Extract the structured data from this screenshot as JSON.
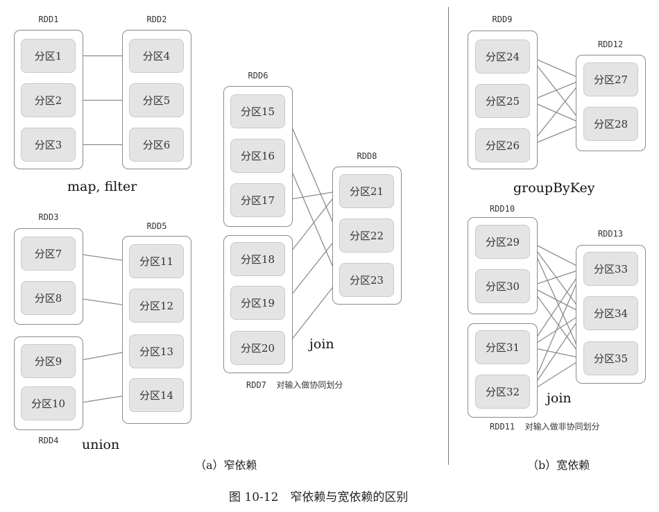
{
  "rdds": {
    "rdd1": {
      "label": "RDD1",
      "parts": [
        "分区1",
        "分区2",
        "分区3"
      ]
    },
    "rdd2": {
      "label": "RDD2",
      "parts": [
        "分区4",
        "分区5",
        "分区6"
      ]
    },
    "rdd3": {
      "label": "RDD3",
      "parts": [
        "分区7",
        "分区8"
      ]
    },
    "rdd4": {
      "label": "RDD4",
      "parts": [
        "分区9",
        "分区10"
      ]
    },
    "rdd5": {
      "label": "RDD5",
      "parts": [
        "分区11",
        "分区12",
        "分区13",
        "分区14"
      ]
    },
    "rdd6": {
      "label": "RDD6",
      "parts": [
        "分区15",
        "分区16",
        "分区17"
      ]
    },
    "rdd7": {
      "label": "RDD7",
      "parts": [
        "分区18",
        "分区19",
        "分区20"
      ]
    },
    "rdd8": {
      "label": "RDD8",
      "parts": [
        "分区21",
        "分区22",
        "分区23"
      ]
    },
    "rdd9": {
      "label": "RDD9",
      "parts": [
        "分区24",
        "分区25",
        "分区26"
      ]
    },
    "rdd10": {
      "label": "RDD10",
      "parts": [
        "分区29",
        "分区30"
      ]
    },
    "rdd11": {
      "label": "RDD11",
      "parts": [
        "分区31",
        "分区32"
      ]
    },
    "rdd12": {
      "label": "RDD12",
      "parts": [
        "分区27",
        "分区28"
      ]
    },
    "rdd13": {
      "label": "RDD13",
      "parts": [
        "分区33",
        "分区34",
        "分区35"
      ]
    }
  },
  "operations": {
    "map_filter": "map, filter",
    "union": "union",
    "join_narrow": "join",
    "group_by_key": "groupByKey",
    "join_wide": "join"
  },
  "notes": {
    "rdd7_note": "对输入做协同划分",
    "rdd11_note": "对输入做非协同划分"
  },
  "captions": {
    "narrow": "（a）窄依赖",
    "wide": "（b）宽依赖",
    "figure": "图 10-12　窄依赖与宽依赖的区别"
  },
  "colors": {
    "partition_fill": "#e4e4e4",
    "border": "#8a8a8a",
    "arrow": "#8c8c8c"
  },
  "edges": [
    [
      "p1",
      "p4"
    ],
    [
      "p2",
      "p5"
    ],
    [
      "p3",
      "p6"
    ],
    [
      "p7",
      "p11"
    ],
    [
      "p8",
      "p12"
    ],
    [
      "p9",
      "p13"
    ],
    [
      "p10",
      "p14"
    ],
    [
      "p15",
      "p22"
    ],
    [
      "p16",
      "p23"
    ],
    [
      "p17",
      "p21"
    ],
    [
      "p18",
      "p21"
    ],
    [
      "p19",
      "p22"
    ],
    [
      "p20",
      "p23"
    ],
    [
      "p24",
      "p27"
    ],
    [
      "p24",
      "p28"
    ],
    [
      "p25",
      "p27"
    ],
    [
      "p25",
      "p28"
    ],
    [
      "p26",
      "p27"
    ],
    [
      "p26",
      "p28"
    ],
    [
      "p29",
      "p33"
    ],
    [
      "p29",
      "p34"
    ],
    [
      "p29",
      "p35"
    ],
    [
      "p30",
      "p33"
    ],
    [
      "p30",
      "p34"
    ],
    [
      "p30",
      "p35"
    ],
    [
      "p31",
      "p33"
    ],
    [
      "p31",
      "p34"
    ],
    [
      "p31",
      "p35"
    ],
    [
      "p32",
      "p33"
    ],
    [
      "p32",
      "p34"
    ],
    [
      "p32",
      "p35"
    ]
  ]
}
